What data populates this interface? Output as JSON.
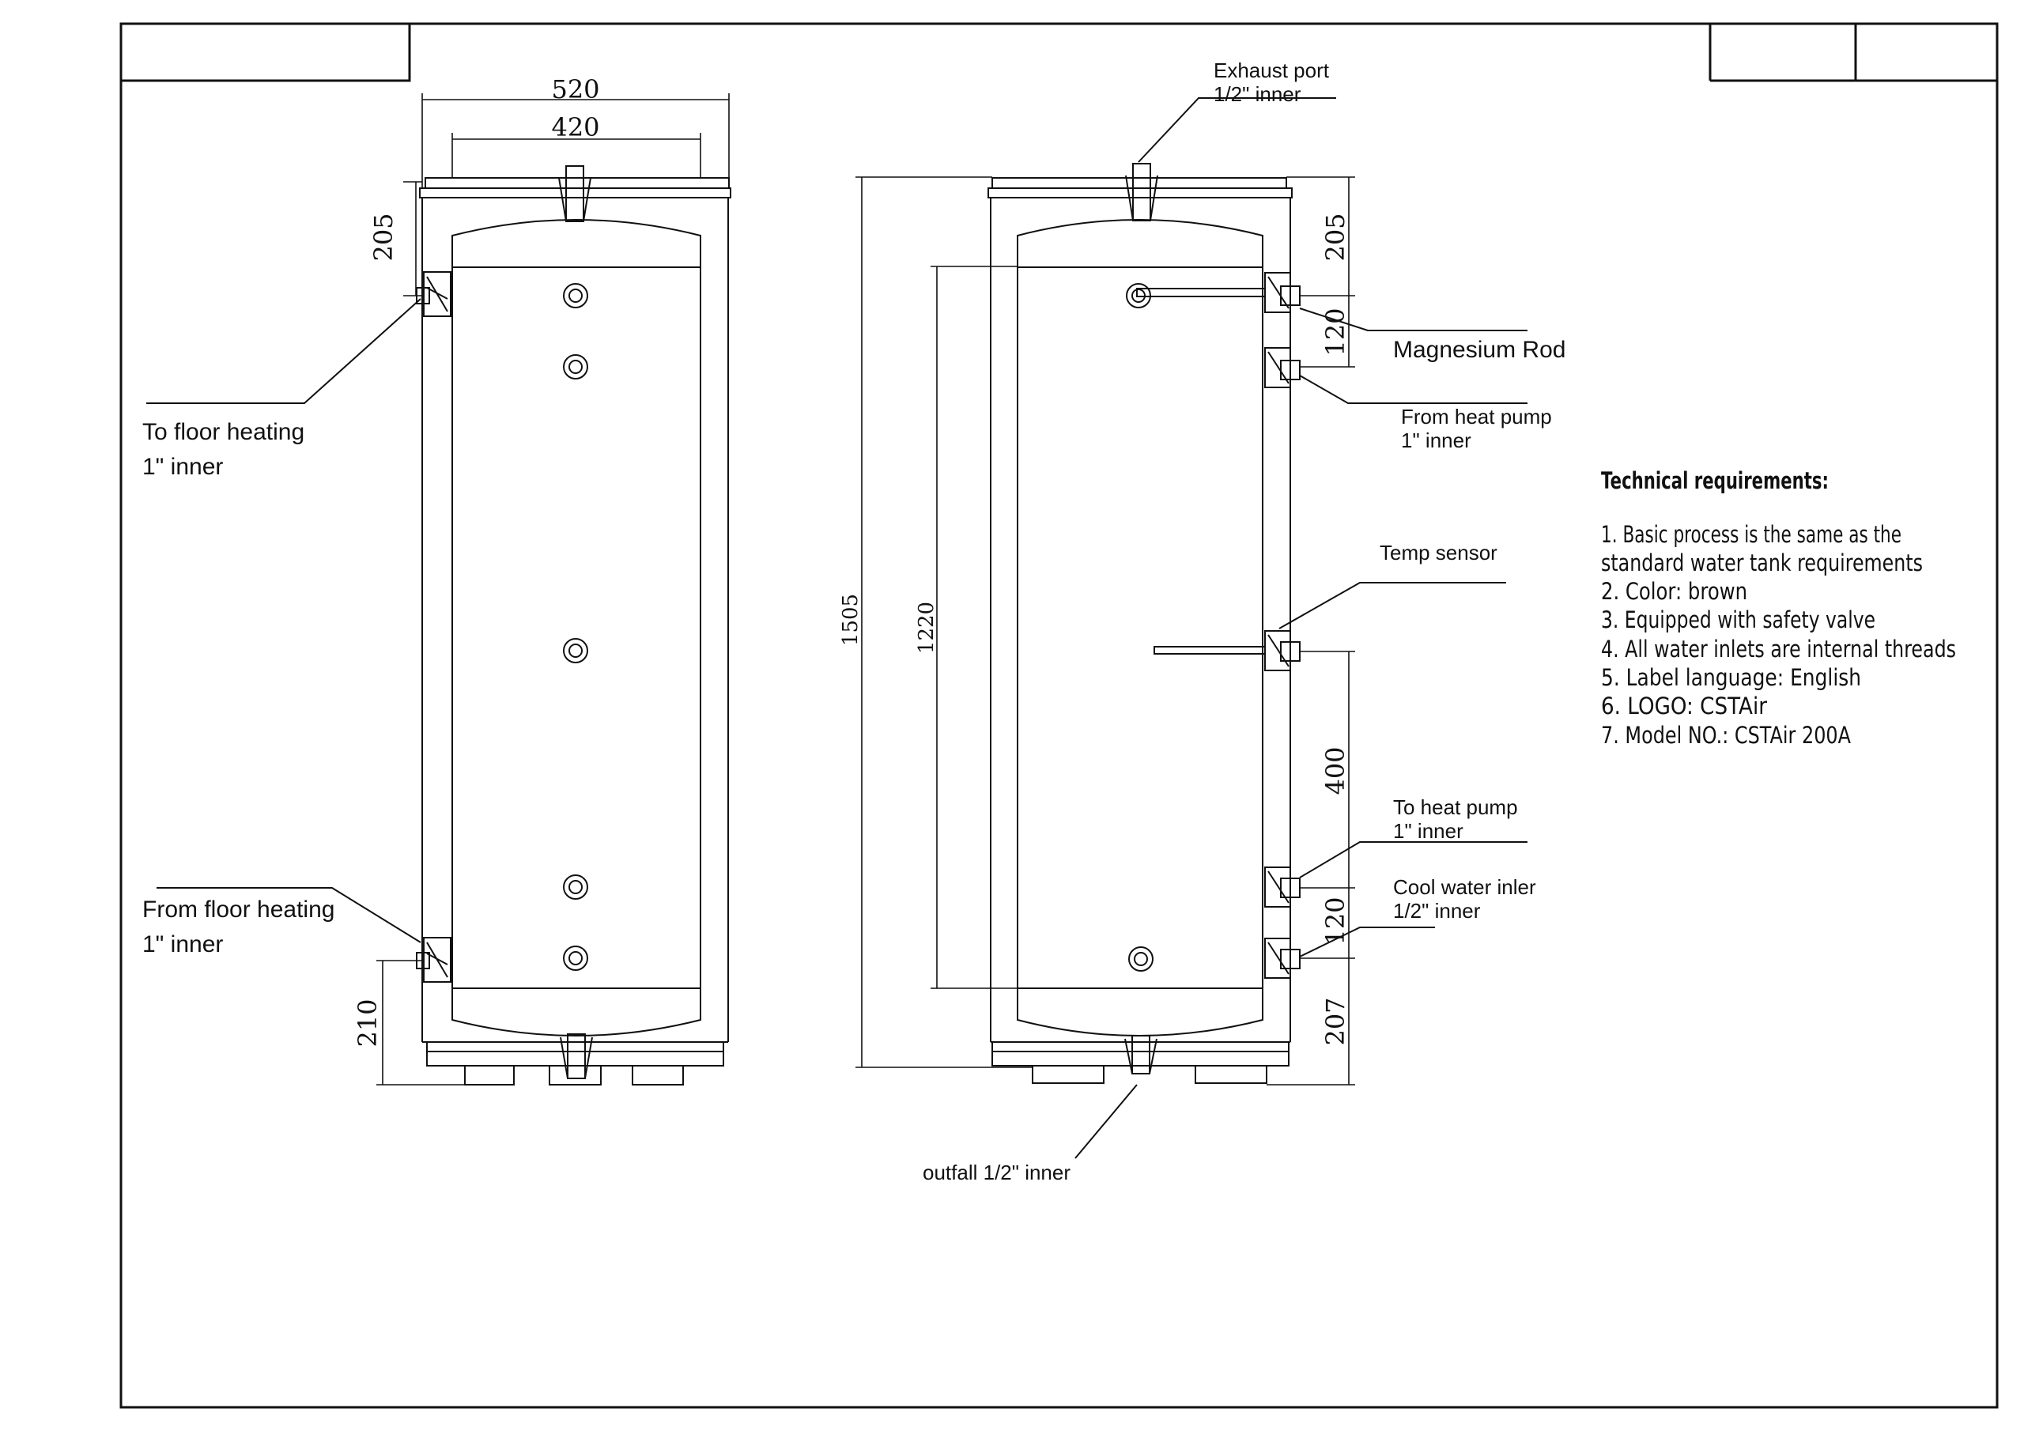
{
  "dimensions": {
    "outer_width": "520",
    "inner_width": "420",
    "top_left": "205",
    "bottom_left": "210",
    "total_height": "1505",
    "inner_height": "1220",
    "top_right": "205",
    "rod_spacing": "120",
    "sensor_spacing": "400",
    "bottom_spacing": "120",
    "bottom_right": "207"
  },
  "labels": {
    "exhaust_port": [
      "Exhaust port",
      "1/2\" inner"
    ],
    "magnesium_rod": "Magnesium Rod",
    "from_heat_pump": [
      "From heat pump",
      "1\" inner"
    ],
    "temp_sensor": "Temp sensor",
    "to_heat_pump": [
      "To heat pump",
      "1\" inner"
    ],
    "cool_water_inlet": [
      "Cool water inler",
      "1/2\" inner"
    ],
    "outfall": "outfall  1/2\" inner",
    "to_floor_heating": [
      "To floor heating",
      "1\" inner"
    ],
    "from_floor_heating": [
      "From floor heating",
      "1\" inner"
    ]
  },
  "technical_requirements": {
    "title": "Technical requirements:",
    "items": [
      "1. Basic process is the same as the",
      "standard water tank requirements",
      "2. Color: brown",
      "3. Equipped with safety valve",
      "4. All water inlets are internal threads",
      "5. Label language: English",
      "6. LOGO: CSTAir",
      "7. Model NO.: CSTAir 200A"
    ]
  }
}
